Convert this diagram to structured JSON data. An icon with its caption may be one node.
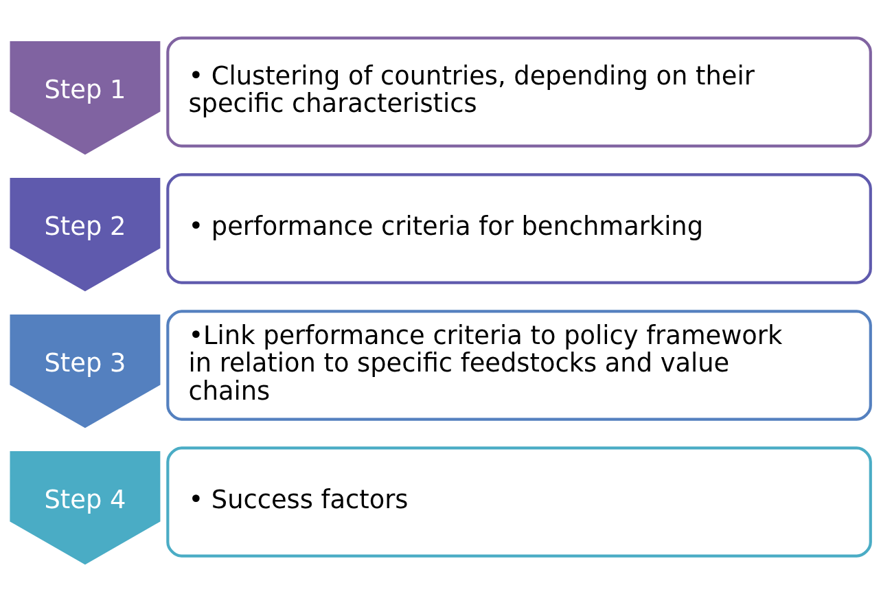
{
  "diagram": {
    "nodes": [
      {
        "text": [
          "Step 1"
        ]
      },
      {
        "text": [
          "• Clustering of countries, depending on their specific characteristics"
        ]
      },
      {
        "text": [
          "Step 2"
        ]
      },
      {
        "text": [
          "• performance criteria for benchmarking"
        ]
      },
      {
        "text": [
          "Step 3"
        ]
      },
      {
        "text": [
          "•Link performance criteria to policy framework in relation to specific feedstocks and value chains"
        ]
      },
      {
        "text": [
          "Step 4"
        ]
      },
      {
        "text": [
          "• Success factors"
        ]
      }
    ]
  }
}
